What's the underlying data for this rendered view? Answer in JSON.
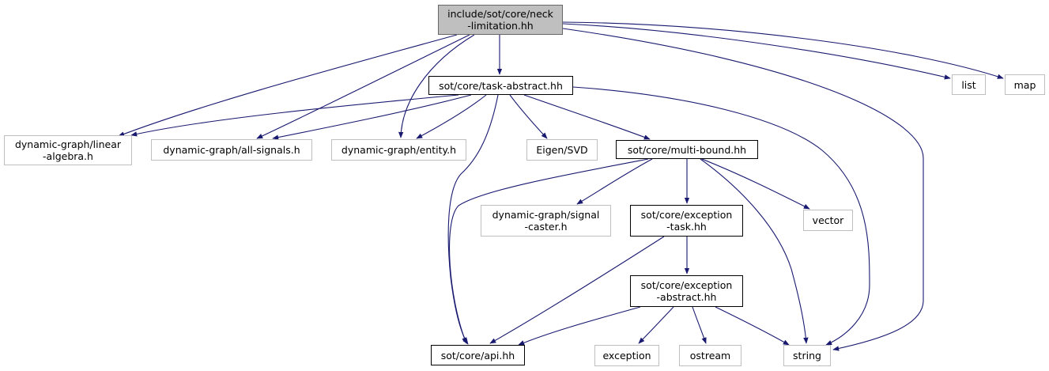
{
  "colors": {
    "edge": "#191970",
    "root_fill": "#bfbfbf",
    "internal_border": "#000000",
    "external_border": "#bfbfbf"
  },
  "nodes": {
    "neck": {
      "lines": [
        "include/sot/core/neck",
        "-limitation.hh"
      ],
      "kind": "root"
    },
    "task_abstract": {
      "lines": [
        "sot/core/task-abstract.hh"
      ],
      "kind": "internal"
    },
    "list": {
      "lines": [
        "list"
      ],
      "kind": "external"
    },
    "map": {
      "lines": [
        "map"
      ],
      "kind": "external"
    },
    "linear_algebra": {
      "lines": [
        "dynamic-graph/linear",
        "-algebra.h"
      ],
      "kind": "external"
    },
    "all_signals": {
      "lines": [
        "dynamic-graph/all-signals.h"
      ],
      "kind": "external"
    },
    "entity": {
      "lines": [
        "dynamic-graph/entity.h"
      ],
      "kind": "external"
    },
    "eigen_svd": {
      "lines": [
        "Eigen/SVD"
      ],
      "kind": "external"
    },
    "multi_bound": {
      "lines": [
        "sot/core/multi-bound.hh"
      ],
      "kind": "internal"
    },
    "signal_caster": {
      "lines": [
        "dynamic-graph/signal",
        "-caster.h"
      ],
      "kind": "external"
    },
    "exception_task": {
      "lines": [
        "sot/core/exception",
        "-task.hh"
      ],
      "kind": "internal"
    },
    "vector": {
      "lines": [
        "vector"
      ],
      "kind": "external"
    },
    "exception_abstract": {
      "lines": [
        "sot/core/exception",
        "-abstract.hh"
      ],
      "kind": "internal"
    },
    "api": {
      "lines": [
        "sot/core/api.hh"
      ],
      "kind": "internal"
    },
    "exception": {
      "lines": [
        "exception"
      ],
      "kind": "external"
    },
    "ostream": {
      "lines": [
        "ostream"
      ],
      "kind": "external"
    },
    "string": {
      "lines": [
        "string"
      ],
      "kind": "external"
    }
  },
  "edges": [
    [
      "neck",
      "task_abstract"
    ],
    [
      "neck",
      "list"
    ],
    [
      "neck",
      "map"
    ],
    [
      "neck",
      "linear_algebra"
    ],
    [
      "neck",
      "all_signals"
    ],
    [
      "neck",
      "entity"
    ],
    [
      "neck",
      "string"
    ],
    [
      "task_abstract",
      "linear_algebra"
    ],
    [
      "task_abstract",
      "all_signals"
    ],
    [
      "task_abstract",
      "entity"
    ],
    [
      "task_abstract",
      "eigen_svd"
    ],
    [
      "task_abstract",
      "multi_bound"
    ],
    [
      "task_abstract",
      "api"
    ],
    [
      "task_abstract",
      "string"
    ],
    [
      "multi_bound",
      "api"
    ],
    [
      "multi_bound",
      "signal_caster"
    ],
    [
      "multi_bound",
      "exception_task"
    ],
    [
      "multi_bound",
      "vector"
    ],
    [
      "multi_bound",
      "string"
    ],
    [
      "exception_task",
      "api"
    ],
    [
      "exception_task",
      "exception_abstract"
    ],
    [
      "exception_abstract",
      "api"
    ],
    [
      "exception_abstract",
      "exception"
    ],
    [
      "exception_abstract",
      "ostream"
    ],
    [
      "exception_abstract",
      "string"
    ]
  ]
}
